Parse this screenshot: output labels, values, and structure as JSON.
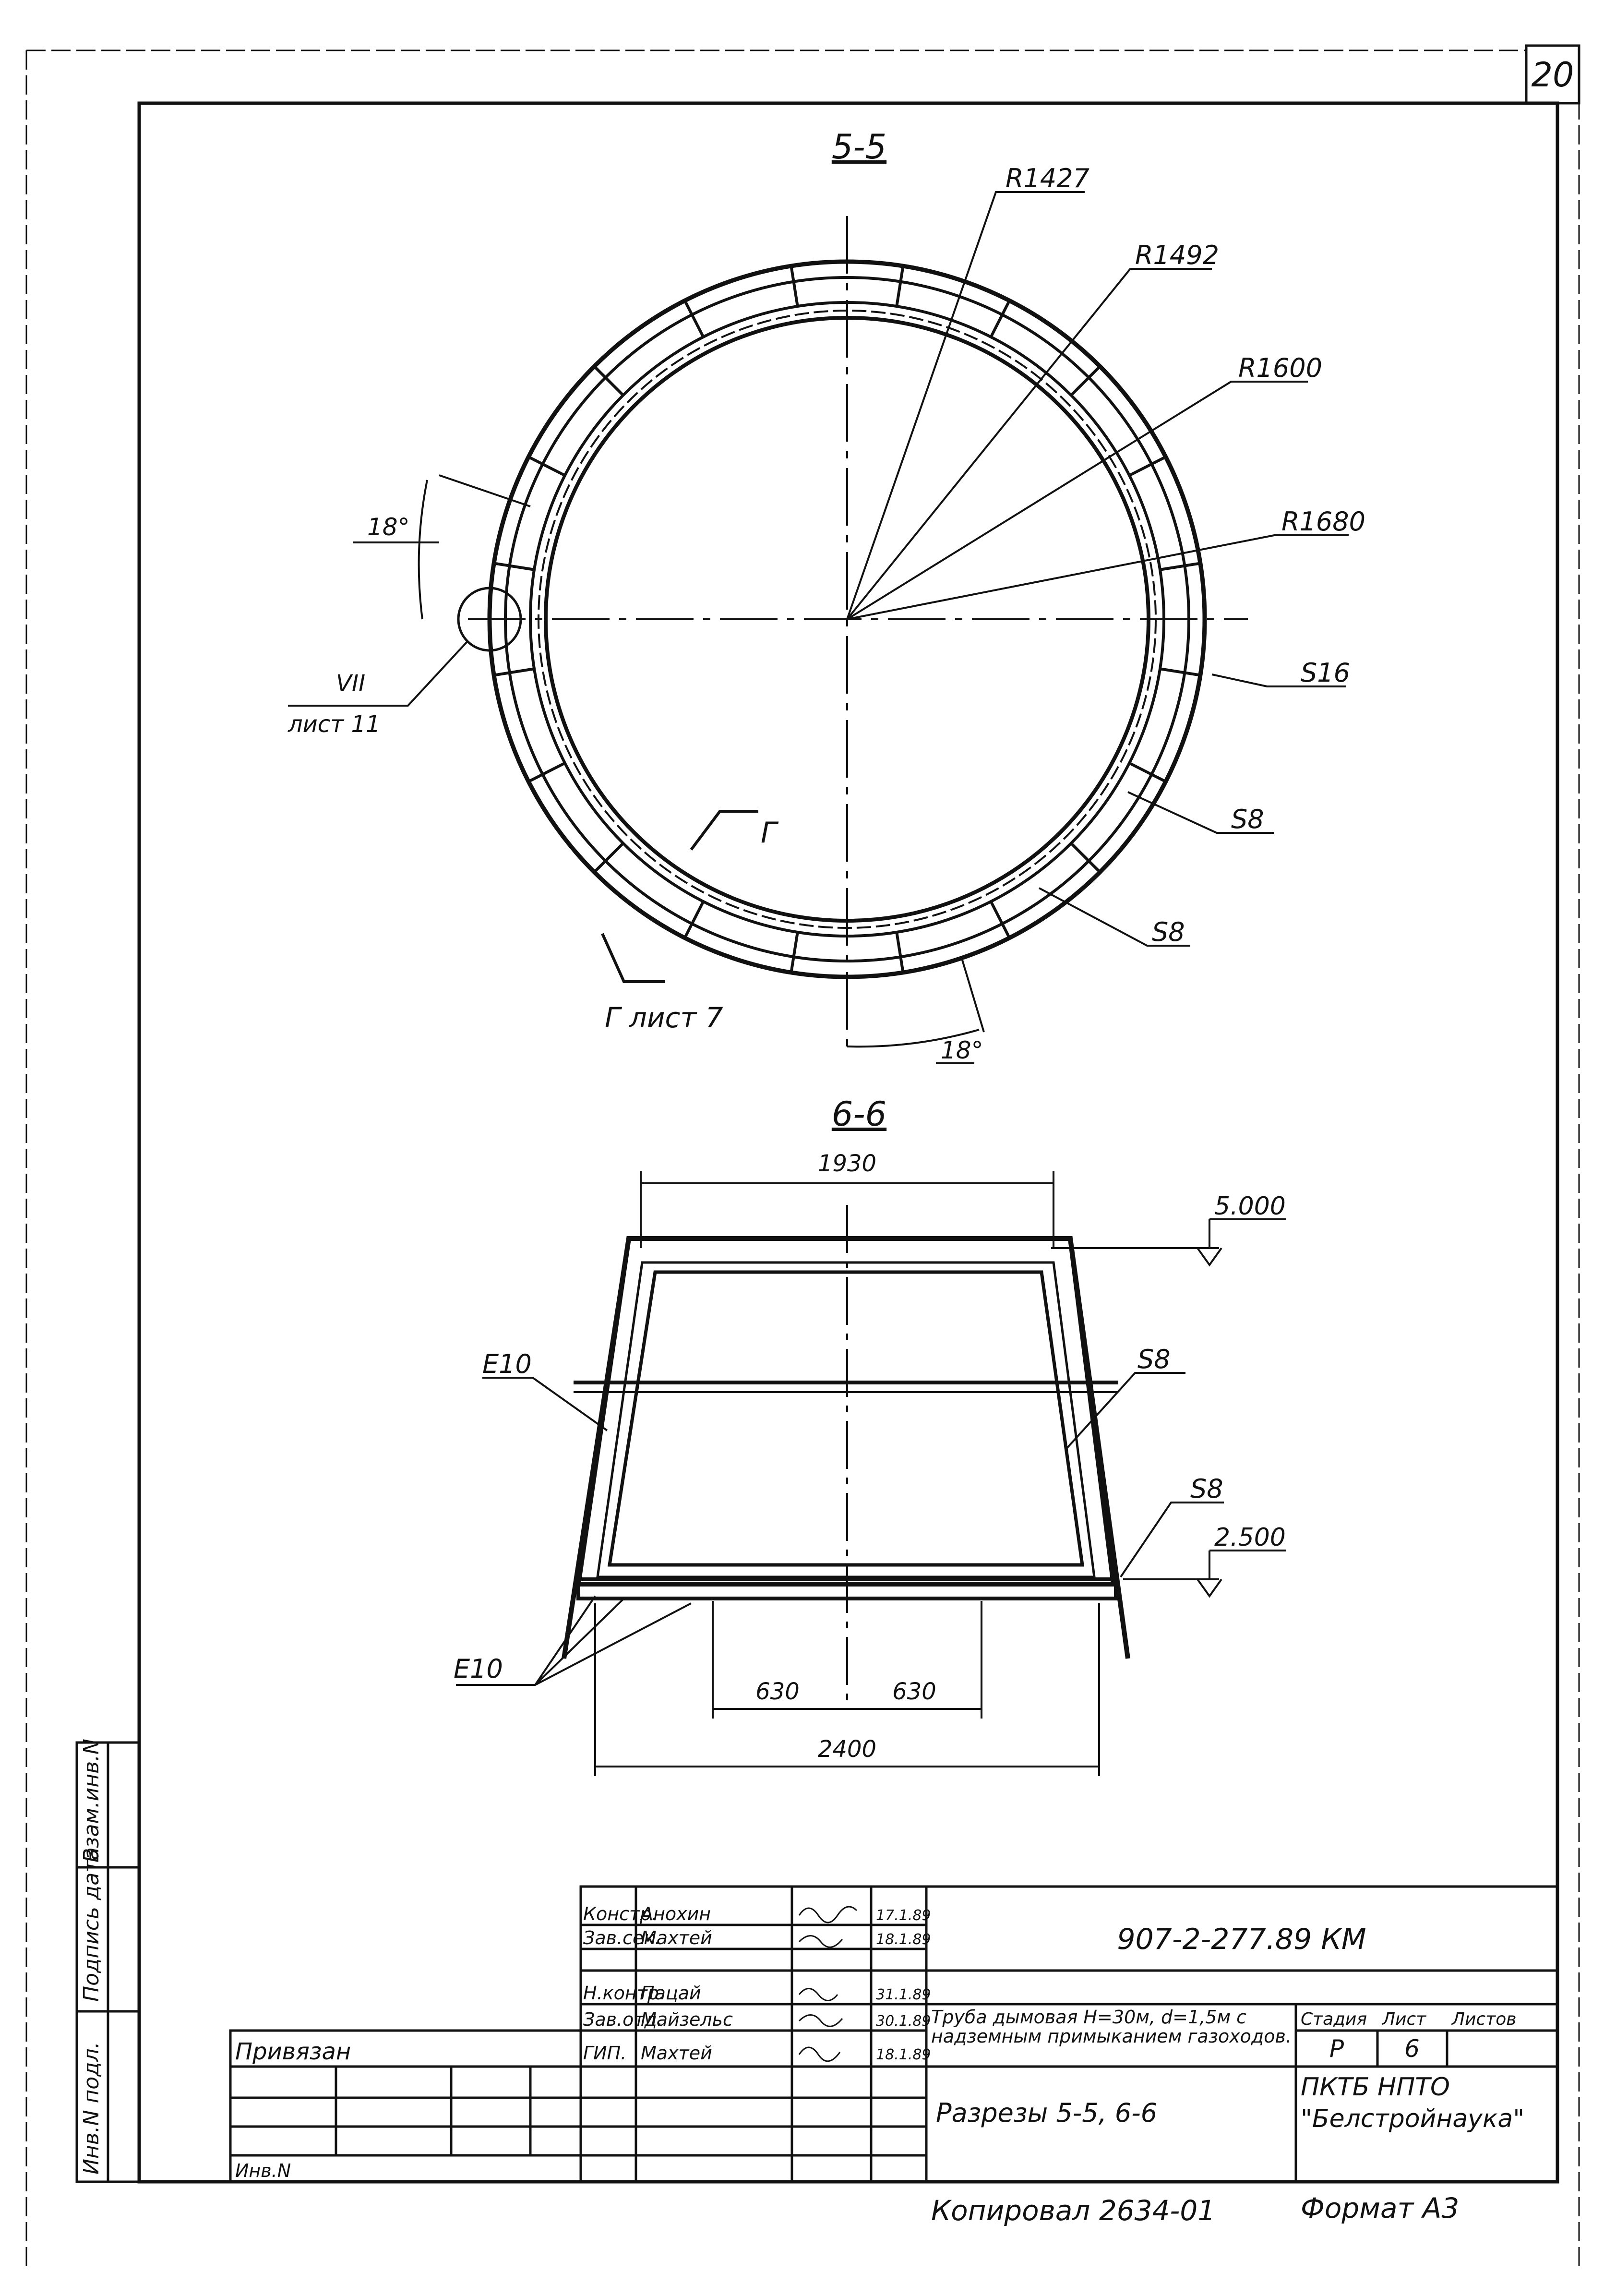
{
  "sheet_number": "20",
  "section_55": {
    "title": "5-5",
    "radii": [
      "R1427",
      "R1492",
      "R1600",
      "R1680"
    ],
    "thickness": [
      "S16",
      "S8",
      "S8"
    ],
    "angle_top": "18°",
    "angle_bottom": "18°",
    "detail_ref": "VII",
    "detail_sheet": "лист 11",
    "section_mark": "Г",
    "section_ref": "Г лист 7"
  },
  "section_66": {
    "title": "6-6",
    "dim_top": "1930",
    "dim_bottom": "2400",
    "dim_left_half": "630",
    "dim_right_half": "630",
    "level_top": "5.000",
    "level_bottom": "2.500",
    "plate_s8_a": "S8",
    "plate_s8_b": "S8",
    "channel_a": "Е10",
    "channel_b": "Е10"
  },
  "side_stamp": {
    "col1": "Инв.N подл.",
    "col2": "Подпись дата",
    "col3": "Взам.инв.N"
  },
  "title_block": {
    "doc_code": "907-2-277.89 КМ",
    "roles": [
      {
        "role": "Констр.",
        "name": "Анохин",
        "date": "17.1.89"
      },
      {
        "role": "Зав.сек.",
        "name": "Махтей",
        "date": "18.1.89"
      },
      {
        "role": "Н.контр.",
        "name": "Пацай",
        "date": "31.1.89"
      },
      {
        "role": "Зав.отд.",
        "name": "Майзельс",
        "date": "30.1.89"
      },
      {
        "role": "ГИП.",
        "name": "Махтей",
        "date": "18.1.89"
      }
    ],
    "project_name": "Труба дымовая Н=30м, d=1,5м с надземным примыканием газоходов.",
    "sheet_title": "Разрезы 5-5, 6-6",
    "stage_header": "Стадия",
    "sheet_header": "Лист",
    "sheets_header": "Листов",
    "stage": "Р",
    "sheet": "6",
    "sheets": "",
    "org": "ПКТБ НПТО \"Белстройнаука\"",
    "privyazan": "Привязан",
    "inv_no": "Инв.N"
  },
  "footer": {
    "copied": "Копировал 2634-01",
    "format": "Формат А3"
  }
}
